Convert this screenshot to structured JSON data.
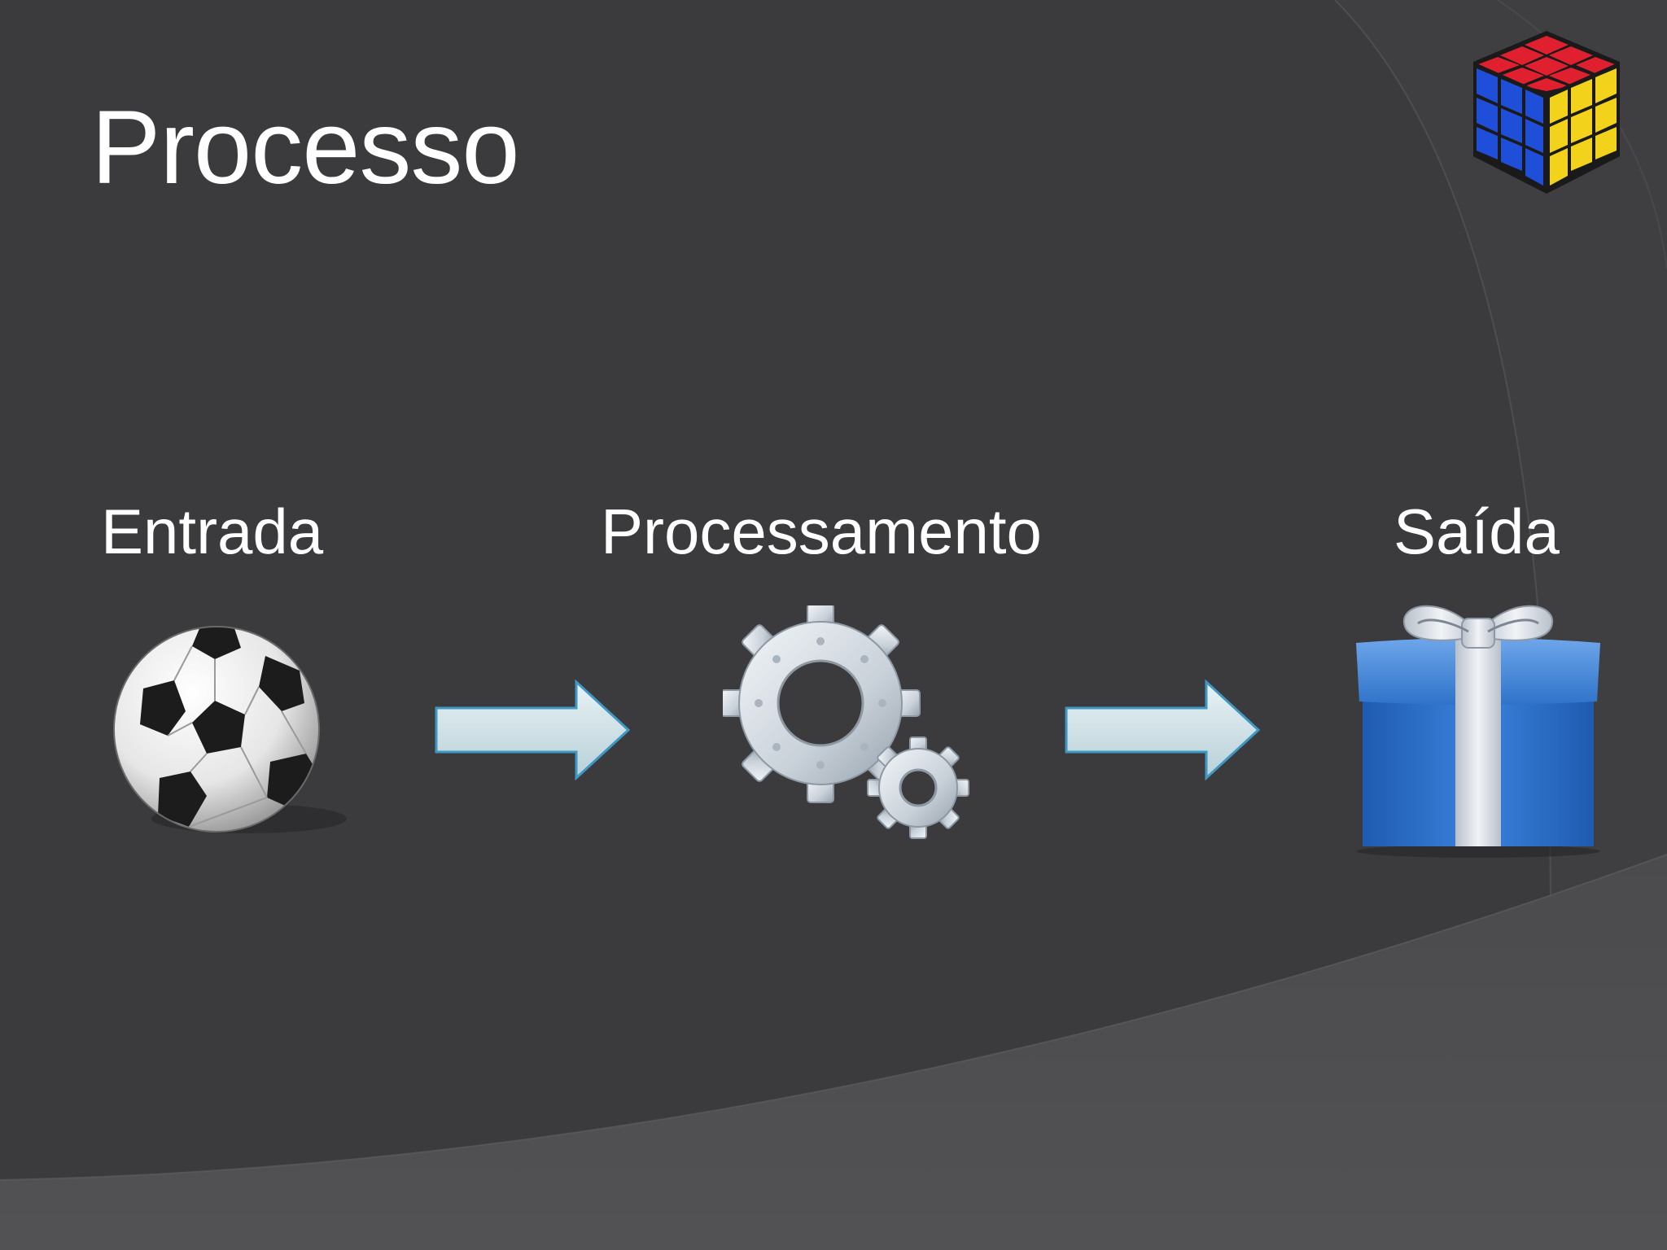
{
  "slide": {
    "title": "Processo",
    "steps": [
      {
        "label": "Entrada",
        "icon": "soccer-ball-icon"
      },
      {
        "label": "Processamento",
        "icon": "gears-icon"
      },
      {
        "label": "Saída",
        "icon": "gift-box-icon"
      }
    ],
    "connectors": [
      "arrow-right-icon",
      "arrow-right-icon"
    ],
    "decoration": {
      "icon": "rubiks-cube-icon"
    }
  },
  "colors": {
    "background": "#3b3b3d",
    "arc_overlay": "#4a4a4c",
    "text": "#ffffff",
    "arrow_fill": "#cfe1e8",
    "arrow_stroke": "#3f98c4",
    "gift_blue": "#2f73c9",
    "ribbon": "#d8dde4"
  }
}
